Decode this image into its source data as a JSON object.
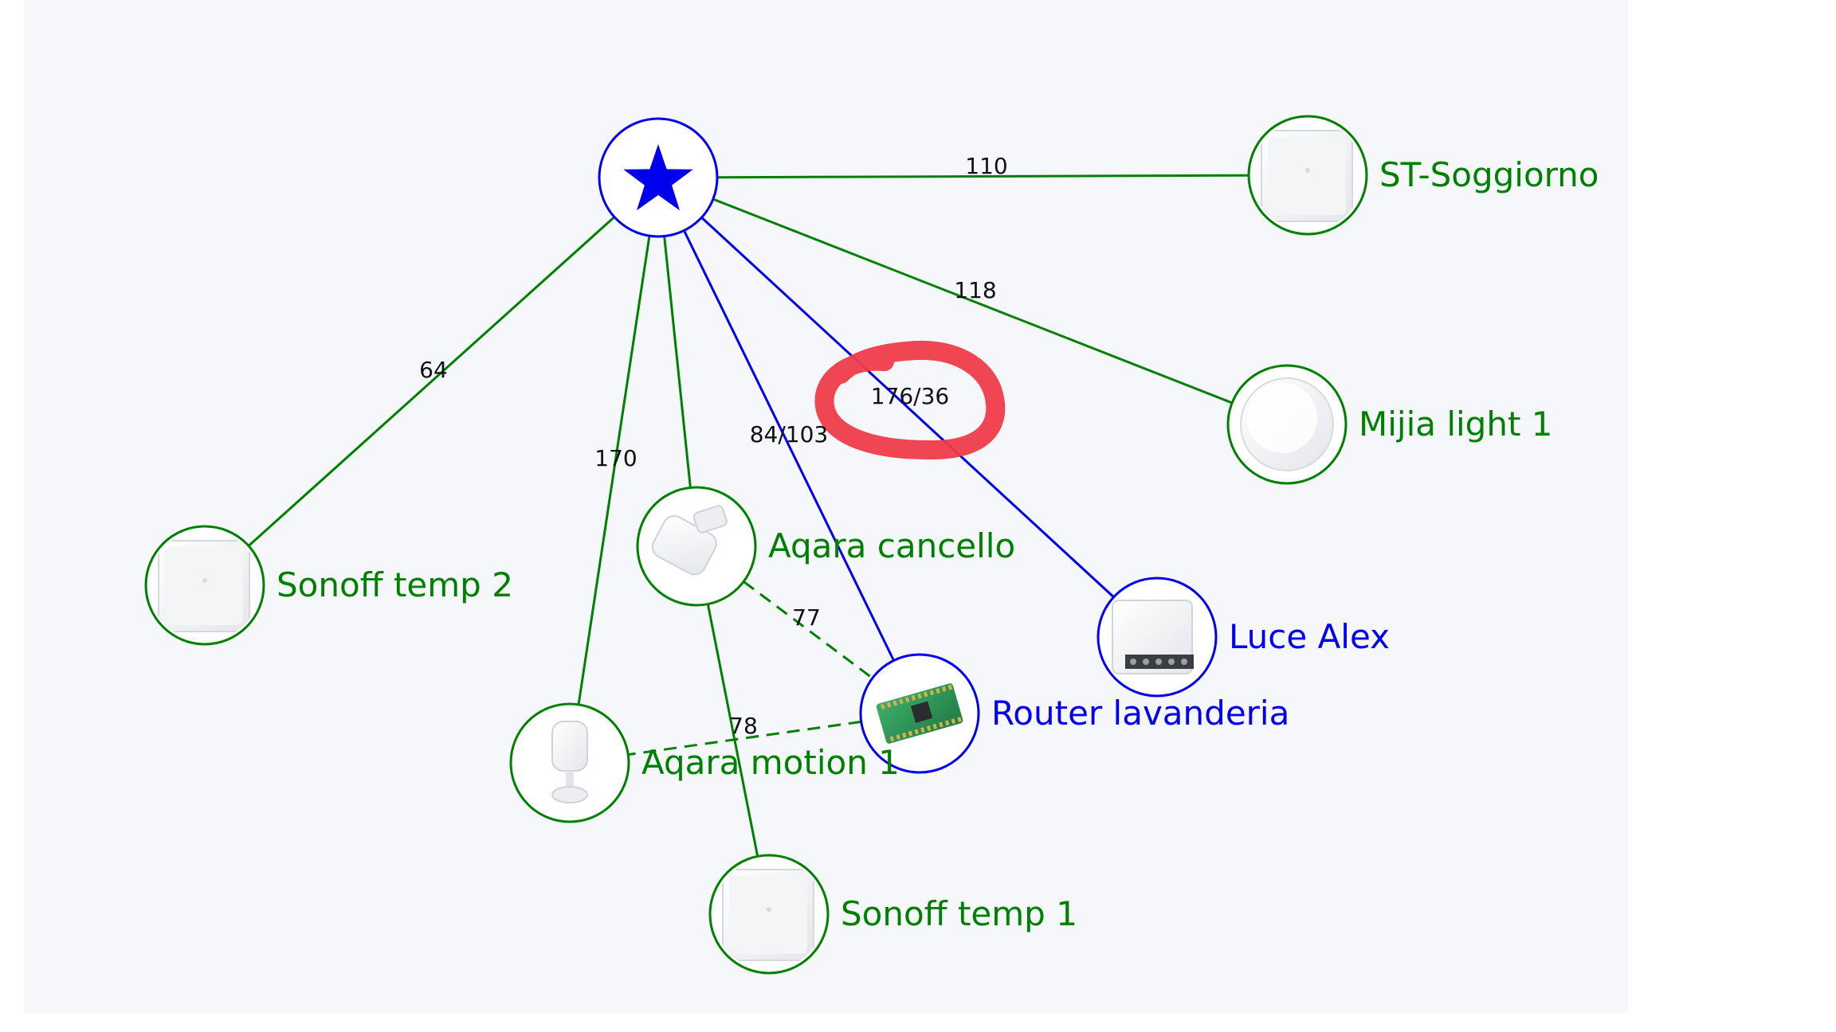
{
  "colors": {
    "mains": "#0000ee",
    "battery": "#008000",
    "highlight": "#ef3b4a",
    "edge_text": "#111111"
  },
  "nodes": [
    {
      "id": "coordinator",
      "label": "",
      "type": "coordinator",
      "icon": "star-icon",
      "color": "#0000ee"
    },
    {
      "id": "st_soggiorno",
      "label": "ST-Soggiorno",
      "type": "end-device",
      "icon": "temp-sensor-icon",
      "color": "#008000"
    },
    {
      "id": "mijia_light_1",
      "label": "Mijia light 1",
      "type": "end-device",
      "icon": "round-sensor-icon",
      "color": "#008000"
    },
    {
      "id": "sonoff_temp_2",
      "label": "Sonoff temp 2",
      "type": "end-device",
      "icon": "temp-sensor-icon",
      "color": "#008000"
    },
    {
      "id": "aqara_cancello",
      "label": "Aqara cancello",
      "type": "end-device",
      "icon": "door-sensor-icon",
      "color": "#008000"
    },
    {
      "id": "luce_alex",
      "label": "Luce Alex",
      "type": "router",
      "icon": "relay-module-icon",
      "color": "#0000ee"
    },
    {
      "id": "router_lavanderia",
      "label": "Router lavanderia",
      "type": "router",
      "icon": "circuit-board-icon",
      "color": "#0000ee"
    },
    {
      "id": "aqara_motion_1",
      "label": "Aqara motion 1",
      "type": "end-device",
      "icon": "motion-sensor-icon",
      "color": "#008000"
    },
    {
      "id": "sonoff_temp_1",
      "label": "Sonoff temp 1",
      "type": "end-device",
      "icon": "temp-sensor-icon",
      "color": "#008000"
    }
  ],
  "edges": [
    {
      "from": "coordinator",
      "to": "st_soggiorno",
      "label": "110",
      "color": "#008000",
      "dashed": false
    },
    {
      "from": "coordinator",
      "to": "mijia_light_1",
      "label": "118",
      "color": "#008000",
      "dashed": false
    },
    {
      "from": "coordinator",
      "to": "sonoff_temp_2",
      "label": "64",
      "color": "#008000",
      "dashed": false
    },
    {
      "from": "coordinator",
      "to": "aqara_motion_1",
      "label": "170",
      "color": "#008000",
      "dashed": false
    },
    {
      "from": "coordinator",
      "to": "aqara_cancello",
      "label": "",
      "color": "#008000",
      "dashed": false
    },
    {
      "from": "coordinator",
      "to": "router_lavanderia",
      "label": "84/103",
      "color": "#0000ee",
      "dashed": false
    },
    {
      "from": "coordinator",
      "to": "luce_alex",
      "label": "176/36",
      "color": "#0000ee",
      "dashed": false,
      "highlighted": true
    },
    {
      "from": "aqara_cancello",
      "to": "router_lavanderia",
      "label": "77",
      "color": "#008000",
      "dashed": true
    },
    {
      "from": "router_lavanderia",
      "to": "aqara_motion_1",
      "label": "78",
      "color": "#008000",
      "dashed": true
    },
    {
      "from": "aqara_cancello",
      "to": "sonoff_temp_1",
      "label": "",
      "color": "#008000",
      "dashed": false
    }
  ]
}
